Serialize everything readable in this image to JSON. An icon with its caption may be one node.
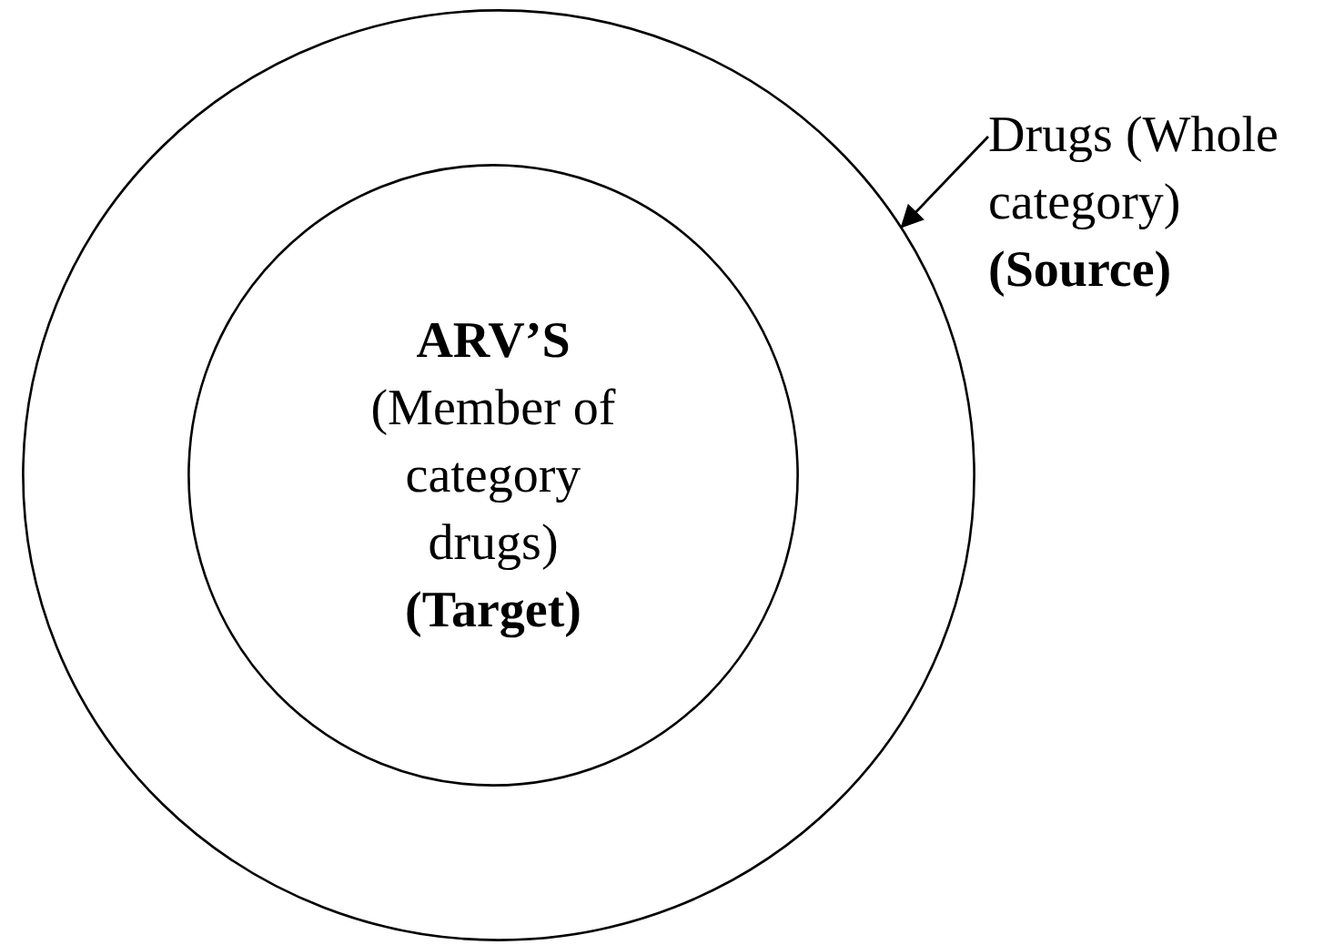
{
  "diagram": {
    "nodes": [
      {
        "text": [],
        "shape": "circle"
      },
      {
        "text": [
          "ARV’S",
          "(Member of category drugs)",
          "(Target)"
        ],
        "in": 0
      },
      {
        "text": [
          "Drugs (Whole category)",
          "(Source)"
        ]
      }
    ],
    "edges": [
      {
        "from": 2,
        "to": 0,
        "arrow": "to"
      }
    ]
  }
}
